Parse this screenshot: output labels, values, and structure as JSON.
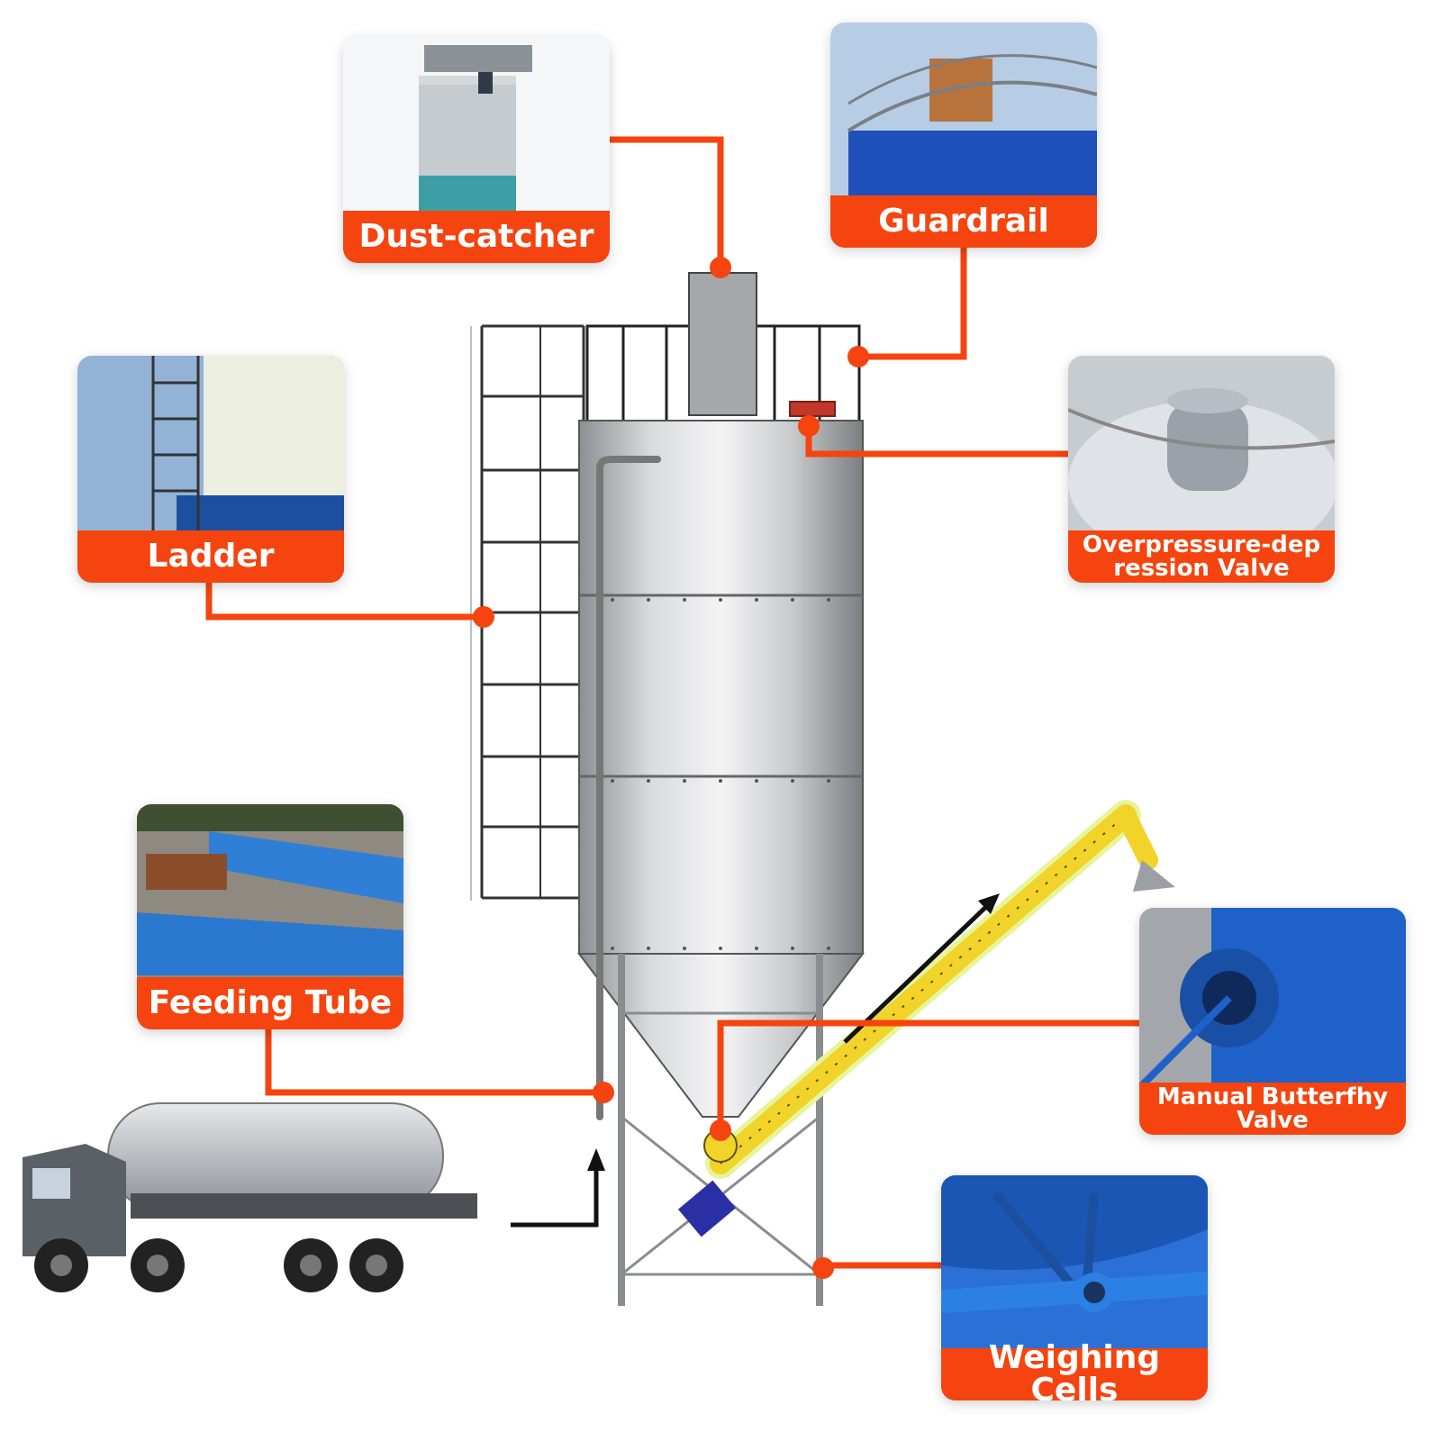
{
  "colors": {
    "accent": "#f5440f",
    "steel": "#c8c9cb",
    "blue": "#1f6fd8",
    "auger": "#f1d32a"
  },
  "callouts": {
    "dust_catcher": "Dust-catcher",
    "guardrail": "Guardrail",
    "ladder": "Ladder",
    "overpressure_valve": "Overpressure-depression Valve",
    "feeding_tube": "Feeding Tube",
    "manual_butterfly_valve": "Manual Butterfhy Valve",
    "weighing_cells": "Weighing Cells"
  }
}
